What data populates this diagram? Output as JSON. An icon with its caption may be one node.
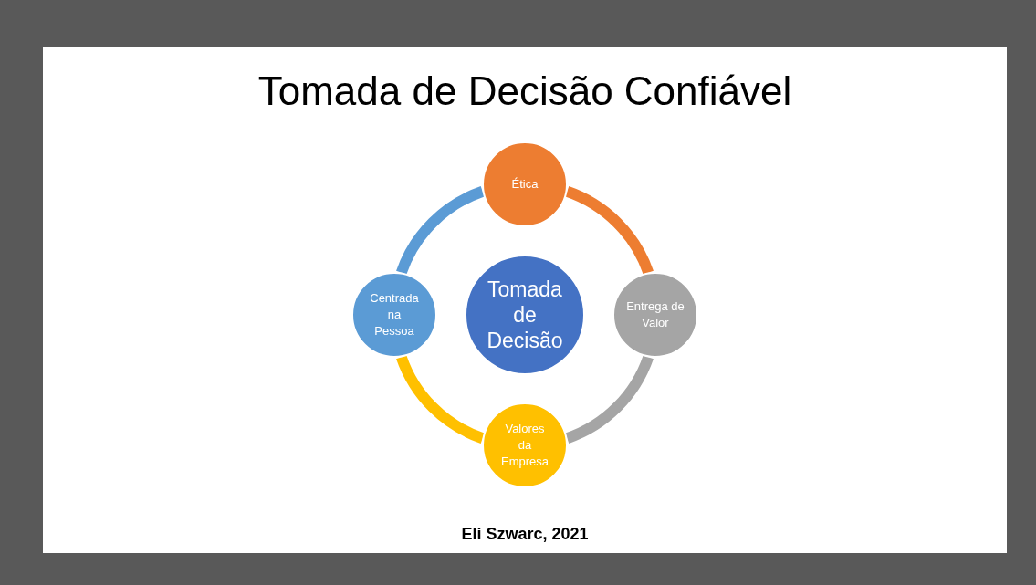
{
  "diagram": {
    "title": "Tomada de Decisão Confiável",
    "nodes": [
      {
        "text": [
          "Tomada de Decisão"
        ]
      },
      {
        "text": [
          "Ética"
        ]
      },
      {
        "text": [
          "Entrega de Valor"
        ]
      },
      {
        "text": [
          "Valores da Empresa"
        ]
      },
      {
        "text": [
          "Centrada na Pessoa"
        ]
      }
    ],
    "edges": [
      {
        "from": 1,
        "to": 2,
        "arrow": "none",
        "color": "#ed7d31"
      },
      {
        "from": 2,
        "to": 3,
        "arrow": "none",
        "color": "#a5a5a5"
      },
      {
        "from": 3,
        "to": 4,
        "arrow": "none",
        "color": "#ffc000"
      },
      {
        "from": 4,
        "to": 1,
        "arrow": "none",
        "color": "#5b9bd5"
      }
    ],
    "labels": [
      "Eli Szwarc, 2021"
    ]
  }
}
